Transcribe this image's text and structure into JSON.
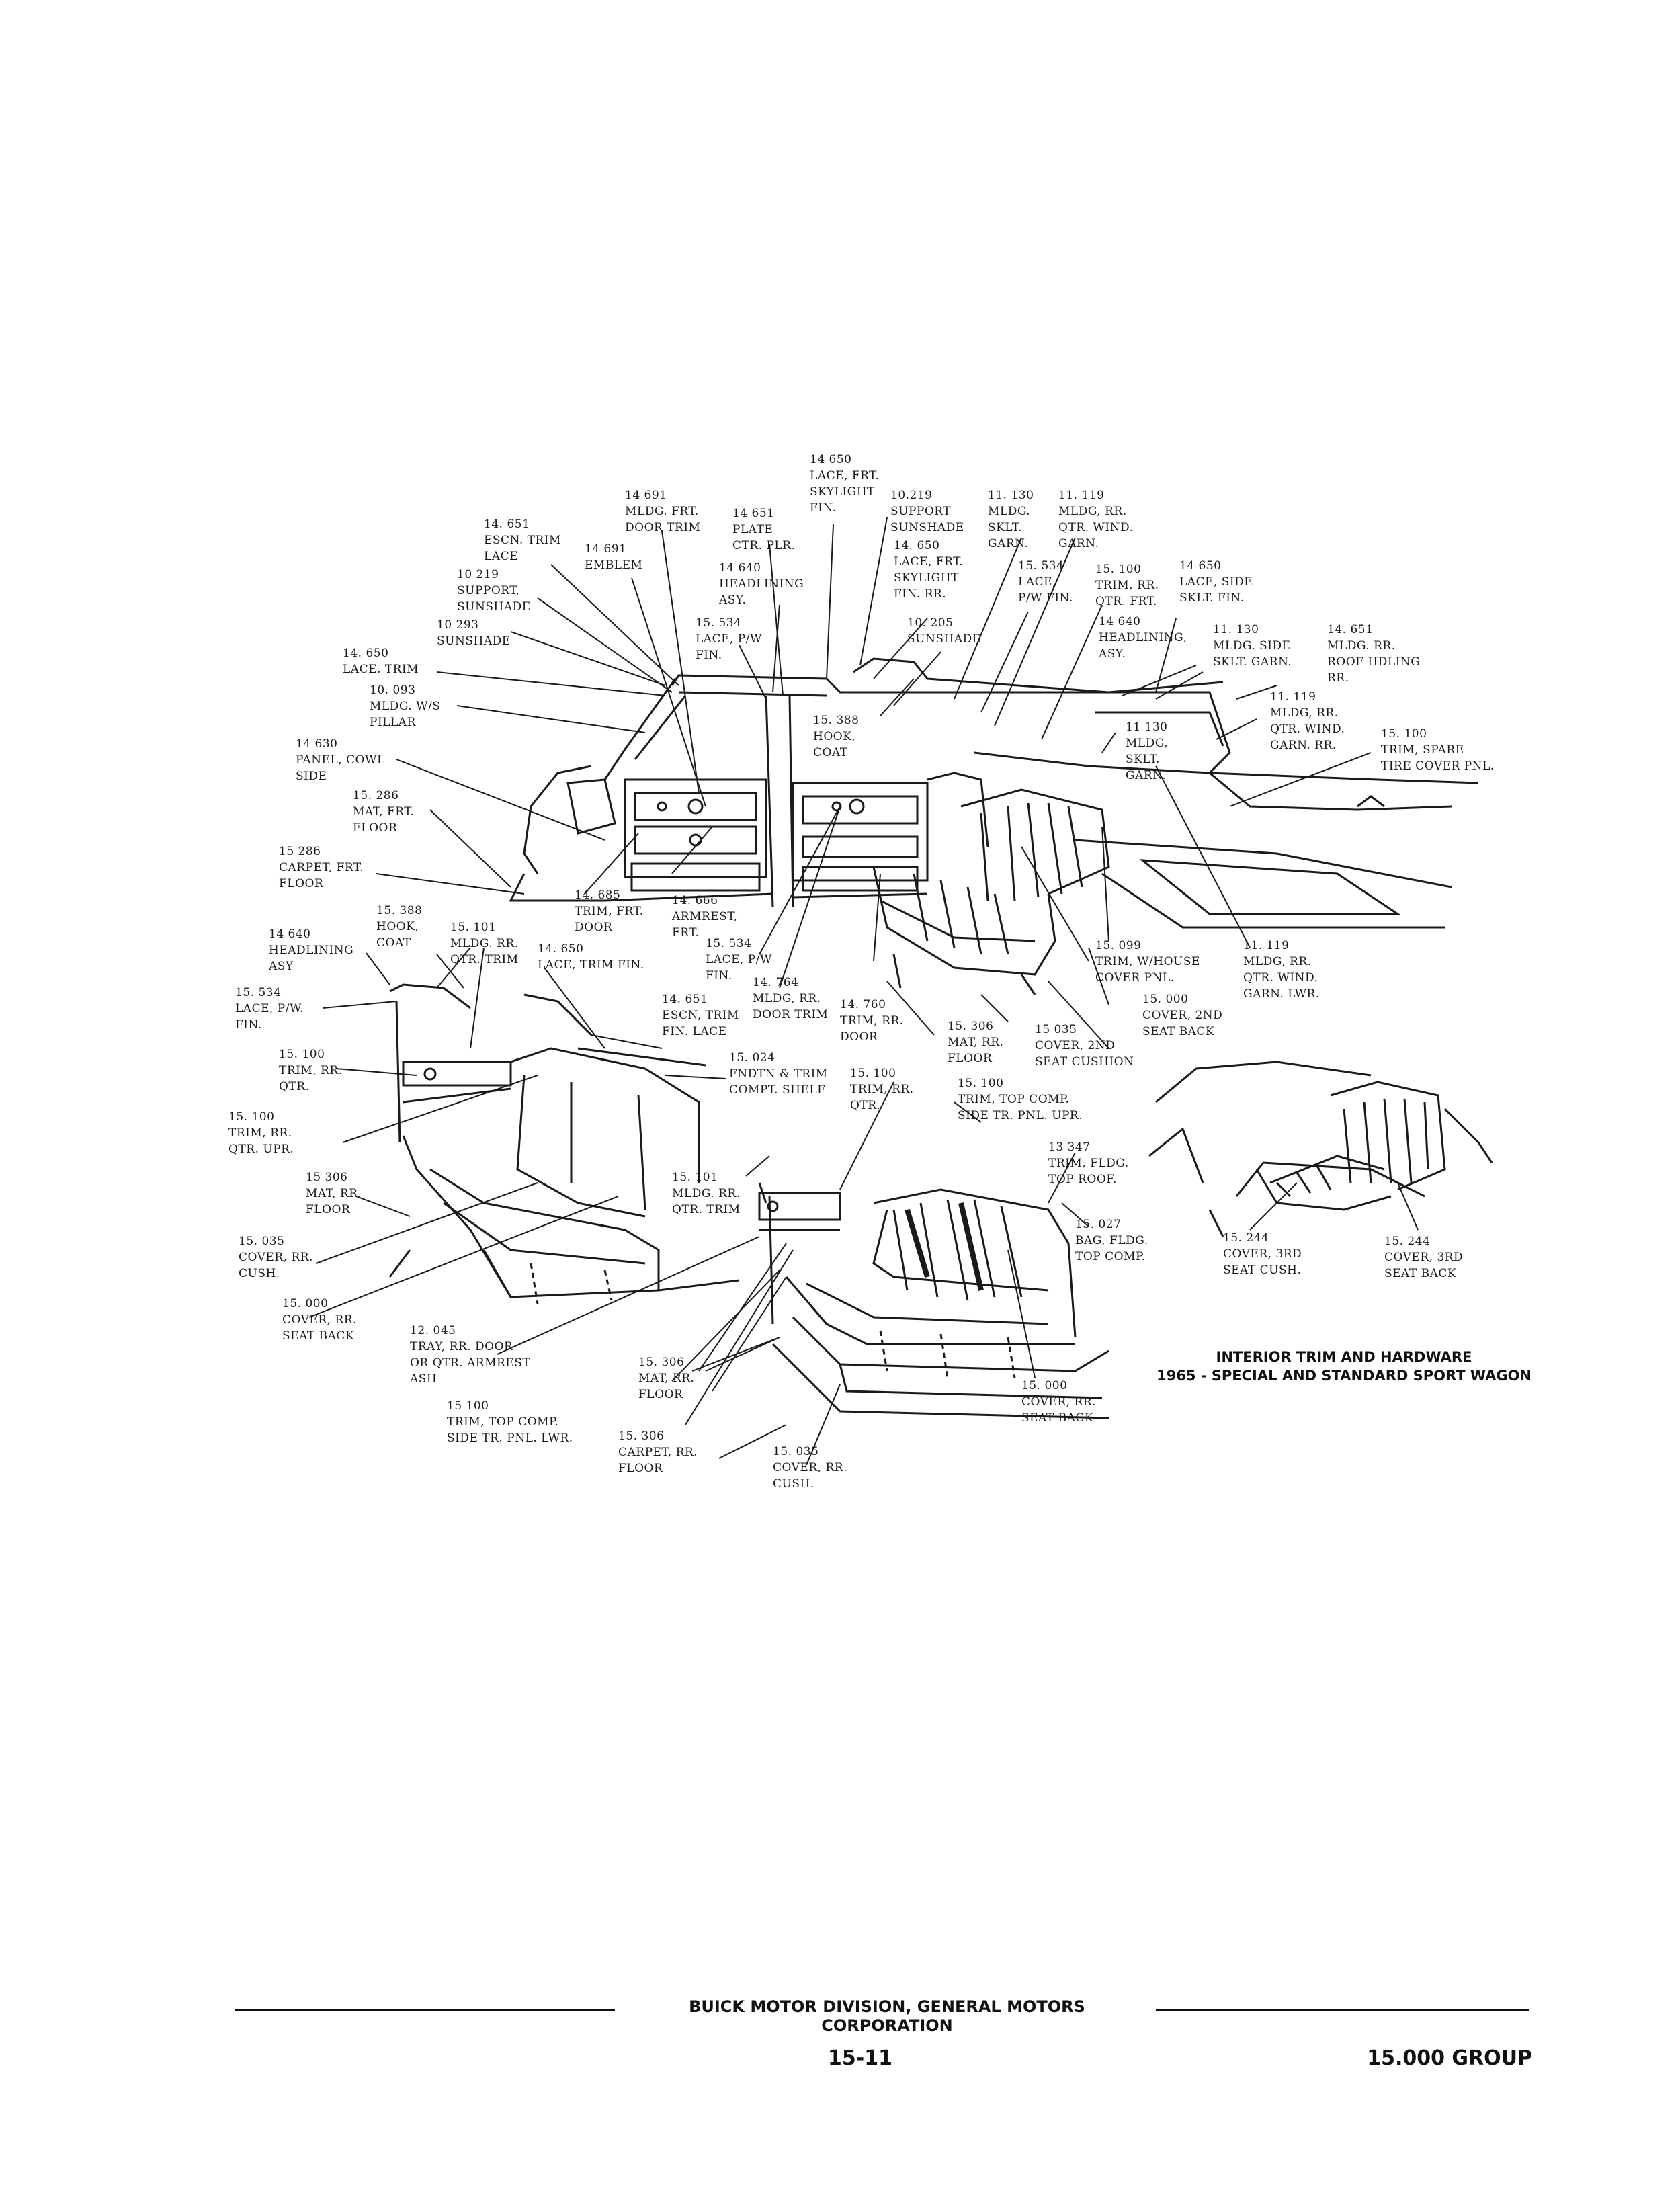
{
  "caption": {
    "line1": "INTERIOR TRIM AND HARDWARE",
    "line2": "1965 - SPECIAL AND STANDARD SPORT WAGON"
  },
  "footer": {
    "company": "BUICK MOTOR DIVISION, GENERAL MOTORS CORPORATION",
    "page": "15-11",
    "group": "15.000 GROUP"
  },
  "labels": [
    {
      "id": "lace-frt-skylight-fin",
      "lines": [
        "14 650",
        "LACE, FRT.",
        "SKYLIGHT",
        "FIN."
      ]
    },
    {
      "id": "mldg-frt-door-trim",
      "lines": [
        "14 691",
        "MLDG. FRT.",
        "DOOR TRIM"
      ]
    },
    {
      "id": "plate-ctr-plr",
      "lines": [
        "14 651",
        "PLATE",
        "CTR. PLR."
      ]
    },
    {
      "id": "support-sunshade-top",
      "lines": [
        "10.219",
        "SUPPORT",
        "SUNSHADE"
      ]
    },
    {
      "id": "mldg-sklt-garn-top",
      "lines": [
        "11. 130",
        "MLDG.",
        "SKLT.",
        "GARN."
      ]
    },
    {
      "id": "mldg-rr-qtr-wind-garn-top",
      "lines": [
        "11. 119",
        "MLDG, RR.",
        "QTR. WIND.",
        "GARN."
      ]
    },
    {
      "id": "escn-trim-lace",
      "lines": [
        "14. 651",
        "ESCN. TRIM",
        "LACE"
      ]
    },
    {
      "id": "emblem",
      "lines": [
        "14 691",
        "EMBLEM"
      ]
    },
    {
      "id": "headlining-asy-center",
      "lines": [
        "14 640",
        "HEADLINING",
        "ASY."
      ]
    },
    {
      "id": "lace-frt-skylight-fin-rr",
      "lines": [
        "14. 650",
        "LACE, FRT.",
        "SKYLIGHT",
        "FIN. RR."
      ]
    },
    {
      "id": "lace-pw-fin-top",
      "lines": [
        "15. 534",
        "LACE,",
        "P/W FIN."
      ]
    },
    {
      "id": "trim-rr-qtr-frt",
      "lines": [
        "15. 100",
        "TRIM, RR.",
        "QTR. FRT."
      ]
    },
    {
      "id": "lace-side-sklt-fin",
      "lines": [
        "14 650",
        "LACE, SIDE",
        "SKLT. FIN."
      ]
    },
    {
      "id": "support-sunshade-left",
      "lines": [
        "10 219",
        "SUPPORT,",
        "SUNSHADE"
      ]
    },
    {
      "id": "sunshade-left",
      "lines": [
        "10 293",
        "SUNSHADE"
      ]
    },
    {
      "id": "lace-pw-fin-center",
      "lines": [
        "15. 534",
        "LACE, P/W",
        "FIN."
      ]
    },
    {
      "id": "sunshade-right",
      "lines": [
        "10. 205",
        "SUNSHADE"
      ]
    },
    {
      "id": "headlining-asy-right",
      "lines": [
        "14 640",
        "HEADLINING,",
        "ASY."
      ]
    },
    {
      "id": "mldg-side-sklt-garn",
      "lines": [
        "11. 130",
        "MLDG. SIDE",
        "SKLT. GARN."
      ]
    },
    {
      "id": "mldg-rr-roof-hdling-rr",
      "lines": [
        "14. 651",
        "MLDG. RR.",
        "ROOF HDLING",
        "RR."
      ]
    },
    {
      "id": "lace-trim",
      "lines": [
        "14. 650",
        "LACE. TRIM"
      ]
    },
    {
      "id": "mldg-ws-pillar",
      "lines": [
        "10. 093",
        "MLDG. W/S",
        "PILLAR"
      ]
    },
    {
      "id": "hook-coat-center",
      "lines": [
        "15. 388",
        "HOOK,",
        "COAT"
      ]
    },
    {
      "id": "mldg-rr-qtr-wind-garn-rr",
      "lines": [
        "11. 119",
        "MLDG, RR.",
        "QTR. WIND.",
        "GARN. RR."
      ]
    },
    {
      "id": "mldg-sklt-garn-right",
      "lines": [
        "11 130",
        "MLDG,",
        "SKLT.",
        "GARN."
      ]
    },
    {
      "id": "trim-spare-tire-cover",
      "lines": [
        "15. 100",
        "TRIM, SPARE",
        "TIRE COVER PNL."
      ]
    },
    {
      "id": "panel-cowl-side",
      "lines": [
        "14 630",
        "PANEL, COWL",
        "SIDE"
      ]
    },
    {
      "id": "mat-frt-floor",
      "lines": [
        "15. 286",
        "MAT, FRT.",
        "FLOOR"
      ]
    },
    {
      "id": "carpet-frt-floor",
      "lines": [
        "15 286",
        "CARPET, FRT.",
        "FLOOR"
      ]
    },
    {
      "id": "trim-frt-door",
      "lines": [
        "14. 685",
        "TRIM, FRT.",
        "DOOR"
      ]
    },
    {
      "id": "armrest-frt",
      "lines": [
        "14. 666",
        "ARMREST,",
        "FRT."
      ]
    },
    {
      "id": "hook-coat-left",
      "lines": [
        "15. 388",
        "HOOK,",
        "COAT"
      ]
    },
    {
      "id": "mldg-rr-qtr-trim-left",
      "lines": [
        "15. 101",
        "MLDG. RR.",
        "QTR. TRIM"
      ]
    },
    {
      "id": "lace-trim-fin",
      "lines": [
        "14. 650",
        "LACE, TRIM FIN."
      ]
    },
    {
      "id": "headlining-asy-left",
      "lines": [
        "14 640",
        "HEADLINING",
        "ASY"
      ]
    },
    {
      "id": "lace-pw-fin-mid",
      "lines": [
        "15. 534",
        "LACE, P/W",
        "FIN."
      ]
    },
    {
      "id": "mldg-rr-door-trim",
      "lines": [
        "14. 764",
        "MLDG, RR.",
        "DOOR TRIM"
      ]
    },
    {
      "id": "trim-rr-door",
      "lines": [
        "14. 760",
        "TRIM, RR.",
        "DOOR"
      ]
    },
    {
      "id": "trim-w-house-cover",
      "lines": [
        "15. 099",
        "TRIM, W/HOUSE",
        "COVER PNL."
      ]
    },
    {
      "id": "mldg-rr-qtr-wind-garn-lwr",
      "lines": [
        "11. 119",
        "MLDG, RR.",
        "QTR. WIND.",
        "GARN. LWR."
      ]
    },
    {
      "id": "lace-pw-fin-left",
      "lines": [
        "15. 534",
        "LACE, P/W.",
        "FIN."
      ]
    },
    {
      "id": "escn-trim-fin-lace",
      "lines": [
        "14. 651",
        "ESCN, TRIM",
        "FIN. LACE"
      ]
    },
    {
      "id": "mat-rr-floor-center",
      "lines": [
        "15. 306",
        "MAT, RR.",
        "FLOOR"
      ]
    },
    {
      "id": "cover-2nd-seat-cushion",
      "lines": [
        "15 035",
        "COVER, 2ND",
        "SEAT CUSHION"
      ]
    },
    {
      "id": "cover-2nd-seat-back",
      "lines": [
        "15. 000",
        "COVER, 2ND",
        "SEAT BACK"
      ]
    },
    {
      "id": "trim-rr-qtr-left",
      "lines": [
        "15. 100",
        "TRIM, RR.",
        "QTR."
      ]
    },
    {
      "id": "fndtn-trim-compt-shelf",
      "lines": [
        "15. 024",
        "FNDTN & TRIM",
        "COMPT. SHELF"
      ]
    },
    {
      "id": "trim-rr-qtr-center",
      "lines": [
        "15. 100",
        "TRIM, RR.",
        "QTR."
      ]
    },
    {
      "id": "trim-top-comp-side-upr",
      "lines": [
        "15. 100",
        "TRIM, TOP COMP.",
        "SIDE TR. PNL. UPR."
      ]
    },
    {
      "id": "trim-rr-qtr-upr",
      "lines": [
        "15. 100",
        "TRIM, RR.",
        "QTR. UPR."
      ]
    },
    {
      "id": "trim-fldg-top-roof",
      "lines": [
        "13 347",
        "TRIM, FLDG.",
        "TOP ROOF."
      ]
    },
    {
      "id": "mat-rr-floor-left",
      "lines": [
        "15 306",
        "MAT, RR.",
        "FLOOR"
      ]
    },
    {
      "id": "mldg-rr-qtr-trim-center",
      "lines": [
        "15. 101",
        "MLDG. RR.",
        "QTR. TRIM"
      ]
    },
    {
      "id": "bag-fldg-top-comp",
      "lines": [
        "15. 027",
        "BAG, FLDG.",
        "TOP COMP."
      ]
    },
    {
      "id": "cover-rr-cush-left",
      "lines": [
        "15. 035",
        "COVER, RR.",
        "CUSH."
      ]
    },
    {
      "id": "cover-3rd-seat-cush",
      "lines": [
        "15. 244",
        "COVER, 3RD",
        "SEAT CUSH."
      ]
    },
    {
      "id": "cover-3rd-seat-back",
      "lines": [
        "15. 244",
        "COVER, 3RD",
        "SEAT BACK"
      ]
    },
    {
      "id": "cover-rr-seat-back-left",
      "lines": [
        "15. 000",
        "COVER, RR.",
        "SEAT BACK"
      ]
    },
    {
      "id": "tray-rr-door-armrest-ash",
      "lines": [
        "12. 045",
        "TRAY, RR. DOOR",
        "OR QTR. ARMREST",
        "ASH"
      ]
    },
    {
      "id": "mat-rr-floor-bottom",
      "lines": [
        "15. 306",
        "MAT, RR.",
        "FLOOR"
      ]
    },
    {
      "id": "cover-rr-seat-back-bottom",
      "lines": [
        "15. 000",
        "COVER, RR.",
        "SEAT BACK"
      ]
    },
    {
      "id": "trim-top-comp-side-lwr",
      "lines": [
        "15 100",
        "TRIM, TOP COMP.",
        "SIDE TR. PNL. LWR."
      ]
    },
    {
      "id": "carpet-rr-floor",
      "lines": [
        "15. 306",
        "CARPET, RR.",
        "FLOOR"
      ]
    },
    {
      "id": "cover-rr-cush-bottom",
      "lines": [
        "15. 035",
        "COVER, RR.",
        "CUSH."
      ]
    }
  ]
}
